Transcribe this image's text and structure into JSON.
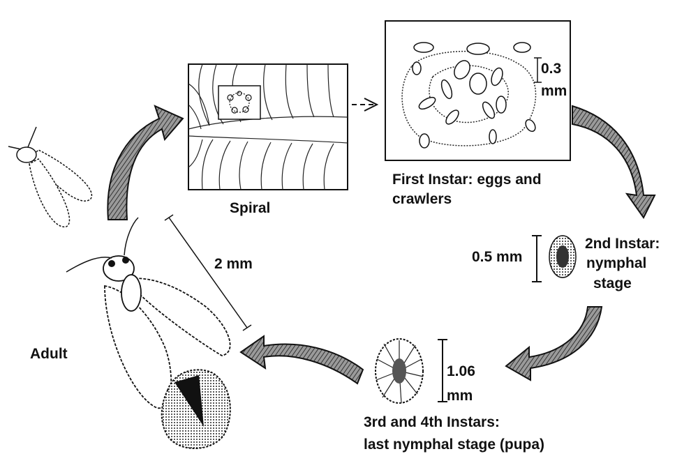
{
  "stages": {
    "spiral": {
      "label": "Spiral"
    },
    "first_instar": {
      "line1": "First Instar: eggs and",
      "line2": "crawlers",
      "size_value": "0.3",
      "size_unit": "mm"
    },
    "second_instar": {
      "line1": "2nd Instar:",
      "line2": "nymphal",
      "line3": "stage",
      "size": "0.5 mm"
    },
    "third_fourth_instar": {
      "line1": "3rd and 4th Instars:",
      "line2": "last nymphal stage (pupa)",
      "size_value": "1.06",
      "size_unit": "mm"
    },
    "adult": {
      "label": "Adult",
      "size": "2 mm"
    }
  },
  "colors": {
    "ink": "#111111",
    "arrow_fill": "#777777",
    "background": "#ffffff"
  }
}
